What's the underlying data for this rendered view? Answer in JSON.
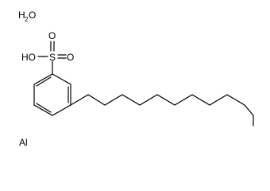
{
  "labels": {
    "water": "H",
    "water_sub": "2",
    "water_o": "O",
    "hydroxyl": "HO",
    "sulfur": "S",
    "oxo": "O",
    "oxo_lower": "O",
    "metal": "Al"
  },
  "colors": {
    "ink": "#000000",
    "background": "#ffffff"
  }
}
